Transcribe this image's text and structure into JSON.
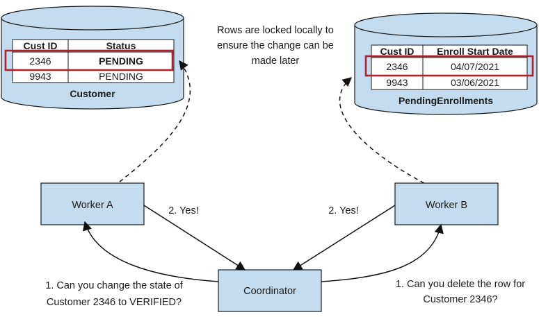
{
  "customer_db": {
    "name": "Customer",
    "headers": [
      "Cust ID",
      "Status"
    ],
    "rows": [
      [
        "2346",
        "PENDING"
      ],
      [
        "9943",
        "PENDING"
      ]
    ]
  },
  "pending_db": {
    "name": "PendingEnrollments",
    "headers": [
      "Cust ID",
      "Enroll Start Date"
    ],
    "rows": [
      [
        "2346",
        "04/07/2021"
      ],
      [
        "9943",
        "03/06/2021"
      ]
    ]
  },
  "note": [
    "Rows are locked locally to",
    "ensure the change can be",
    "made later"
  ],
  "workers": {
    "a": "Worker A",
    "b": "Worker B",
    "coordinator": "Coordinator"
  },
  "replies": {
    "a": "2. Yes!",
    "b": "2. Yes!"
  },
  "questions": {
    "a": [
      "1. Can you change the state of",
      "Customer 2346 to VERIFIED?"
    ],
    "b": [
      "1. Can you delete the row for",
      "Customer 2346?"
    ]
  },
  "colors": {
    "fill": "#c3dcef",
    "highlight": "#b0212b",
    "line": "#111111"
  }
}
